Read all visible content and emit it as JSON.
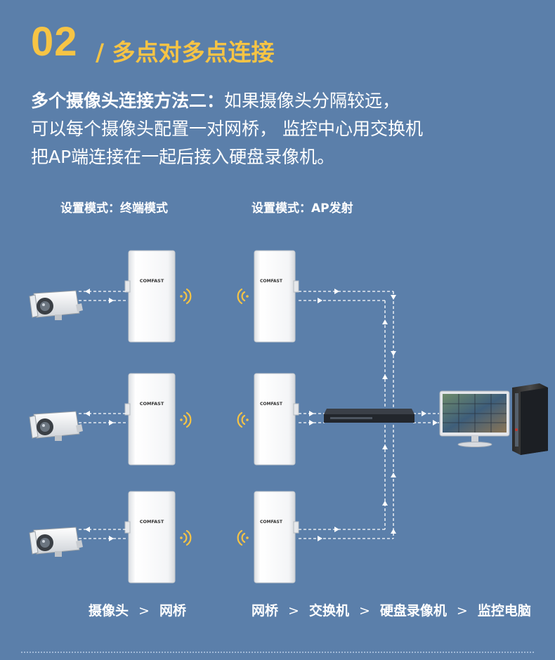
{
  "heading": {
    "number": "02",
    "title": "/ 多点对多点连接"
  },
  "intro": {
    "lead": "多个摄像头连接方法二：",
    "line1_rest": "如果摄像头分隔较远，",
    "line2": "可以每个摄像头配置一对网桥， 监控中心用交换机",
    "line3": "把AP端连接在一起后接入硬盘录像机。"
  },
  "mode_labels": {
    "left": "设置模式：终端模式",
    "right": "设置模式：AP发射"
  },
  "device": {
    "brand": "COMFAST"
  },
  "flow_left": {
    "a": "摄像头",
    "b": "网桥",
    "sep": ">"
  },
  "flow_right": {
    "a": "网桥",
    "b": "交换机",
    "c": "硬盘录像机",
    "d": "监控电脑",
    "sep": ">"
  },
  "colors": {
    "background": "#5b7faa",
    "accent": "#f6c445",
    "signal": "#f6c445",
    "line": "#ffffff"
  }
}
